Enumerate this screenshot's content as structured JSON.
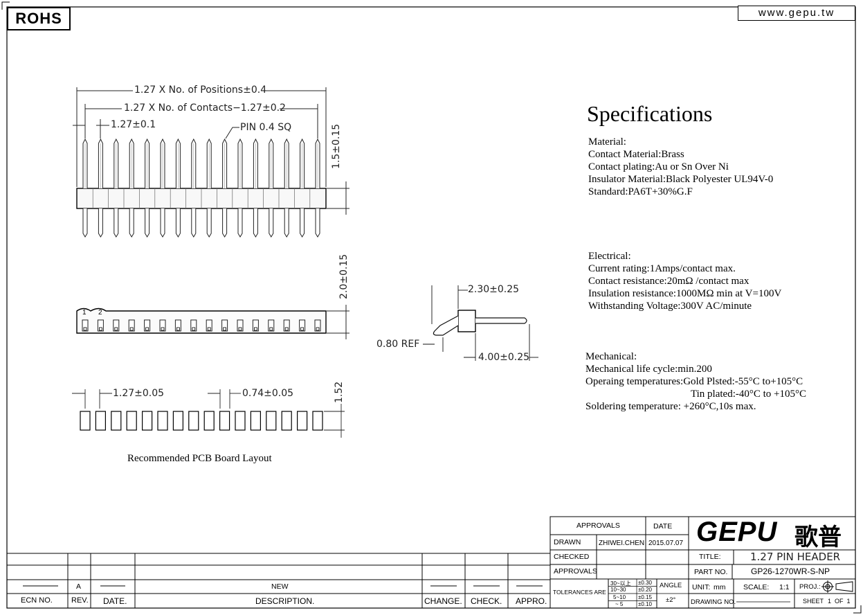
{
  "header": {
    "rohs": "ROHS",
    "website": "www.gepu.tw"
  },
  "drawing": {
    "top_view": {
      "dim_overall": "1.27 X No. of Positions±0.4",
      "dim_contacts": "1.27 X No. of Contacts−1.27±0.2",
      "dim_pitch": "1.27±0.1",
      "dim_pin": "PIN 0.4 SQ",
      "dim_height": "1.5±0.15"
    },
    "bottom_view": {
      "pin1": "1",
      "pin2": "2",
      "dim_height": "2.0±0.15"
    },
    "side_view": {
      "dim_top": "2.30±0.25",
      "dim_ref": "0.80 REF",
      "dim_length": "4.00±0.25"
    },
    "pcb_layout": {
      "dim_pitch": "1.27±0.05",
      "dim_pad": "0.74±0.05",
      "dim_height": "1.52",
      "caption": "Recommended PCB Board Layout"
    }
  },
  "specs": {
    "title": "Specifications",
    "material": [
      "Material:",
      "Contact Material:Brass",
      "Contact plating:Au or Sn Over Ni",
      "Insulator Material:Black Polyester UL94V-0",
      "Standard:PA6T+30%G.F"
    ],
    "electrical": [
      "Electrical:",
      "Current rating:1Amps/contact max.",
      "Contact resistance:20mΩ /contact max",
      "Insulation resistance:1000MΩ  min  at V=100V",
      "Withstanding Voltage:300V AC/minute"
    ],
    "mechanical": [
      "Mechanical:",
      "Mechanical life cycle:min.200",
      "Operaing temperatures:Gold Plsted:-55°C to+105°C",
      "Tin plated:-40°C to +105°C",
      "Soldering temperature: +260°C,10s max."
    ]
  },
  "title_block": {
    "approvals_hdr": "APPROVALS",
    "date_hdr": "DATE",
    "drawn_label": "DRAWN",
    "drawn_name": "ZHIWEI.CHEN",
    "drawn_date": "2015.07.07",
    "checked_label": "CHECKED",
    "approvals_label": "APPROVALS",
    "logo": "GEPU",
    "logo_cn": "歌普",
    "title_label": "TITLE:",
    "title_value": "1.27 PIN HEADER",
    "partno_label": "PART NO.",
    "partno_value": "GP26-1270WR-S-NP",
    "tolerances_label": "TOLERANCES ARE",
    "tol_ranges": [
      "30~以上",
      "10~30",
      "5~10",
      "~ 5"
    ],
    "tol_values": [
      "±0.30",
      "±0.20",
      "±0.15",
      "±0.10"
    ],
    "angle_label": "ANGLE",
    "angle_value": "±2°",
    "unit_label": "UNIT:",
    "unit_value": "mm",
    "scale_label": "SCALE:",
    "scale_value": "1:1",
    "proj_label": "PROJ.:",
    "drawingno_label": "DRAWING NO.",
    "sheet_label": "SHEET",
    "sheet_value": "1  OF  1"
  },
  "revision_block": {
    "row_rev": "A",
    "row_desc": "NEW",
    "headers": [
      "ECN NO.",
      "REV.",
      "DATE.",
      "DESCRIPTION.",
      "CHANGE.",
      "CHECK.",
      "APPRO."
    ]
  }
}
